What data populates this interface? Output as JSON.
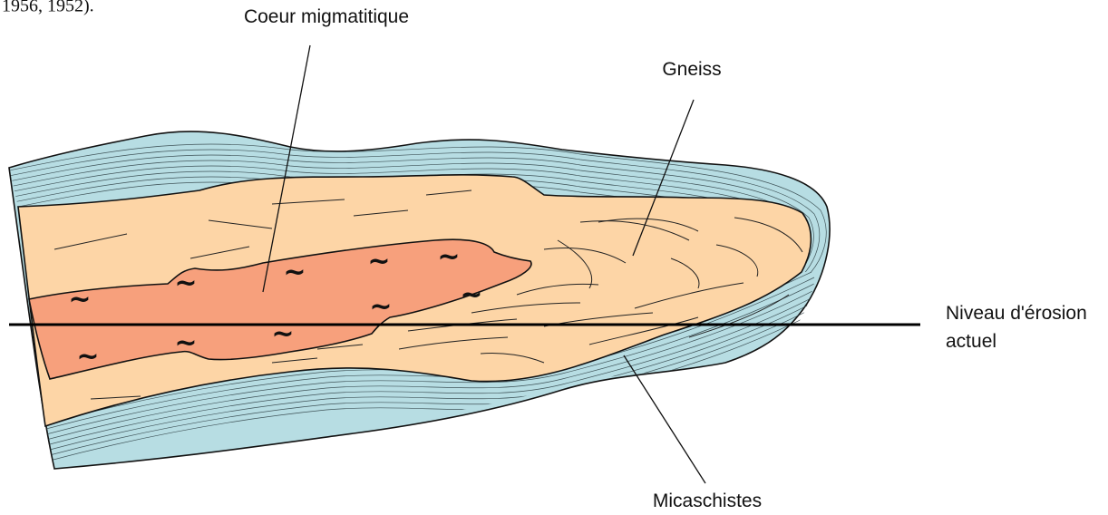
{
  "caption_fragment": "1956, 1952).",
  "labels": {
    "core": "Coeur migmatitique",
    "gneiss": "Gneiss",
    "erosion_line1": "Niveau d'érosion",
    "erosion_line2": "actuel",
    "micaschists": "Micaschistes"
  },
  "migmatite_symbol": "~",
  "colors": {
    "micaschist": "#b7dde3",
    "gneiss": "#fdd5a6",
    "migmatite": "#f7a07c",
    "outline": "#111111"
  }
}
